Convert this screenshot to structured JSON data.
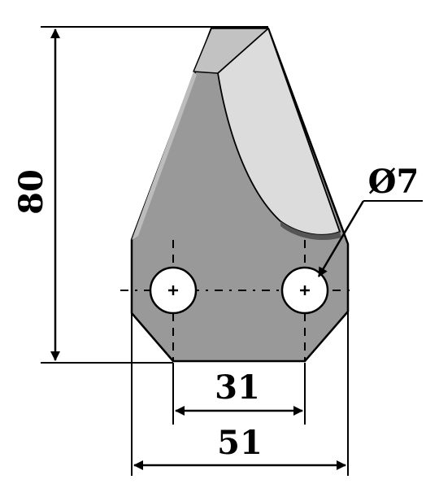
{
  "dimensions": {
    "height_label": "80",
    "hole_spacing_label": "31",
    "total_width_label": "51",
    "hole_diameter_label": "Ø7"
  },
  "colors": {
    "blade_body": "#999999",
    "bevel_light": "#dcdcdc",
    "bevel_top": "#c2c2c2",
    "outline": "#000000",
    "hole_fill": "#ffffff",
    "background": "#ffffff"
  }
}
